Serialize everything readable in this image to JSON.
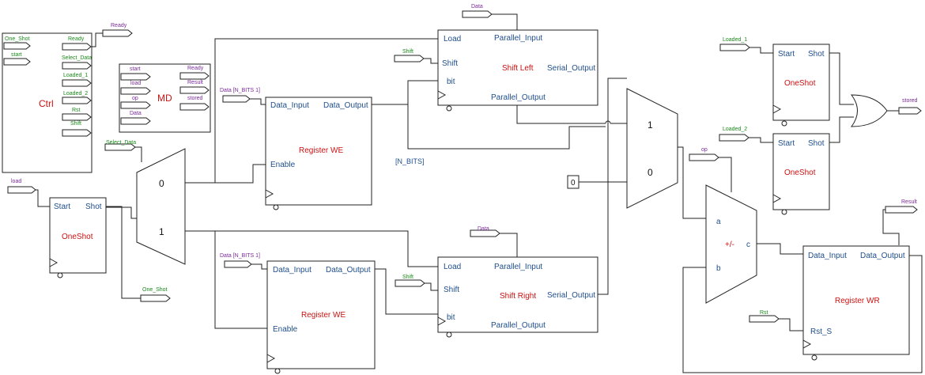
{
  "colors": {
    "wire": "#222222",
    "port_text": "#1f4e8c",
    "block_title": "#cc1111",
    "label_green": "#1a8a1a",
    "label_purple": "#7a2a9a"
  },
  "ctrl": {
    "title": "Ctrl",
    "inputs": [
      "One_Shot",
      "start"
    ],
    "outputs": [
      "Ready",
      "Select_Data",
      "Loaded_1",
      "Loaded_2",
      "Rst",
      "Shift"
    ],
    "out_tag": "Ready"
  },
  "md": {
    "title": "MD",
    "inputs": [
      "start",
      "load",
      "op",
      "Data"
    ],
    "outputs": [
      "Ready",
      "Result",
      "stored"
    ]
  },
  "oneshot_main": {
    "title": "OneShot",
    "in_port": "Start",
    "out_port": "Shot",
    "in_tag": "load",
    "out_tag": "One_Shot"
  },
  "mux_left": {
    "in0": "0",
    "in1": "1",
    "sel_tag": "Select_Data"
  },
  "reg_we_top": {
    "title": "Register WE",
    "port_in": "Data_Input",
    "port_out": "Data_Output",
    "port_en": "Enable",
    "in_tag": "Data [N_BITS 1]"
  },
  "reg_we_bottom": {
    "title": "Register WE",
    "port_in": "Data_Input",
    "port_out": "Data_Output",
    "port_en": "Enable",
    "in_tag": "Data [N_BITS 1]"
  },
  "shift_left": {
    "title": "Shift Left",
    "port_load": "Load",
    "port_shift": "Shift",
    "port_bit": "bit",
    "port_pin": "Parallel_Input",
    "port_sout": "Serial_Output",
    "port_pout": "Parallel_Output",
    "data_tag": "Data",
    "shift_tag": "Shift"
  },
  "shift_right": {
    "title": "Shift Right",
    "port_load": "Load",
    "port_shift": "Shift",
    "port_bit": "bit",
    "port_pin": "Parallel_Input",
    "port_sout": "Serial_Output",
    "port_pout": "Parallel_Output",
    "data_tag": "Data",
    "shift_tag": "Shift"
  },
  "bus_label": "[N_BITS]",
  "mux_right": {
    "in1": "1",
    "in0": "0",
    "const": "0"
  },
  "adder": {
    "port_a": "a",
    "port_b": "b",
    "port_c": "c",
    "op_label": "+/-",
    "op_tag": "op"
  },
  "reg_wr": {
    "title": "Register WR",
    "port_in": "Data_Input",
    "port_out": "Data_Output",
    "port_rst": "Rst_S",
    "rst_tag": "Rst",
    "out_tag": "Result"
  },
  "oneshot_1": {
    "title": "OneShot",
    "in_port": "Start",
    "out_port": "Shot",
    "in_tag": "Loaded_1"
  },
  "oneshot_2": {
    "title": "OneShot",
    "in_port": "Start",
    "out_port": "Shot",
    "in_tag": "Loaded_2"
  },
  "or_gate": {
    "out_tag": "stored"
  }
}
